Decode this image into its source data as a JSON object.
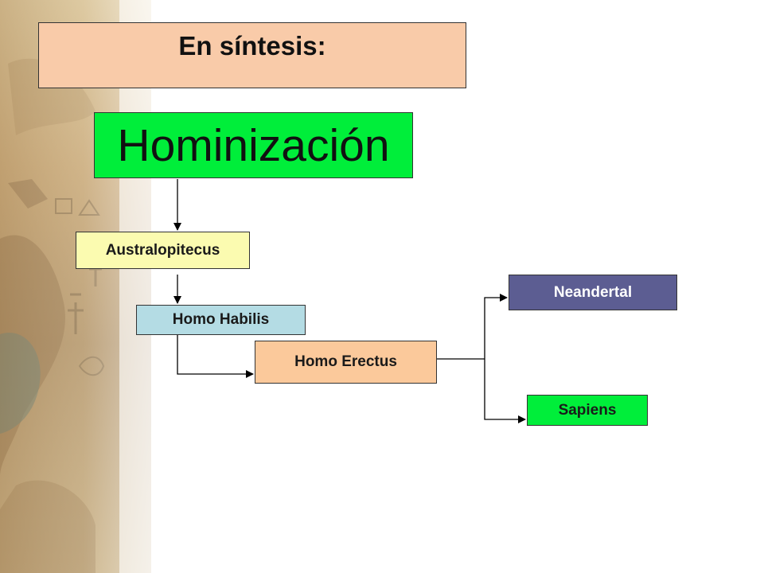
{
  "slide": {
    "title": "En síntesis:",
    "main_concept": "Hominización",
    "colors": {
      "title_box": "#f9cba9",
      "main_box": "#00ee3a",
      "australopitecus": "#fbfbb0",
      "homo_habilis": "#b4dce4",
      "homo_erectus": "#fbc99b",
      "neandertal": "#5c5d92",
      "sapiens": "#00ee3a"
    }
  },
  "nodes": {
    "australopitecus": "Australopitecus",
    "homo_habilis": "Homo Habilis",
    "homo_erectus": "Homo Erectus",
    "neandertal": "Neandertal",
    "sapiens": "Sapiens"
  },
  "edges": [
    {
      "from": "Hominización",
      "to": "Australopitecus"
    },
    {
      "from": "Australopitecus",
      "to": "Homo Habilis"
    },
    {
      "from": "Homo Habilis",
      "to": "Homo Erectus"
    },
    {
      "from": "Homo Erectus",
      "to": "Neandertal"
    },
    {
      "from": "Homo Erectus",
      "to": "Sapiens"
    }
  ]
}
